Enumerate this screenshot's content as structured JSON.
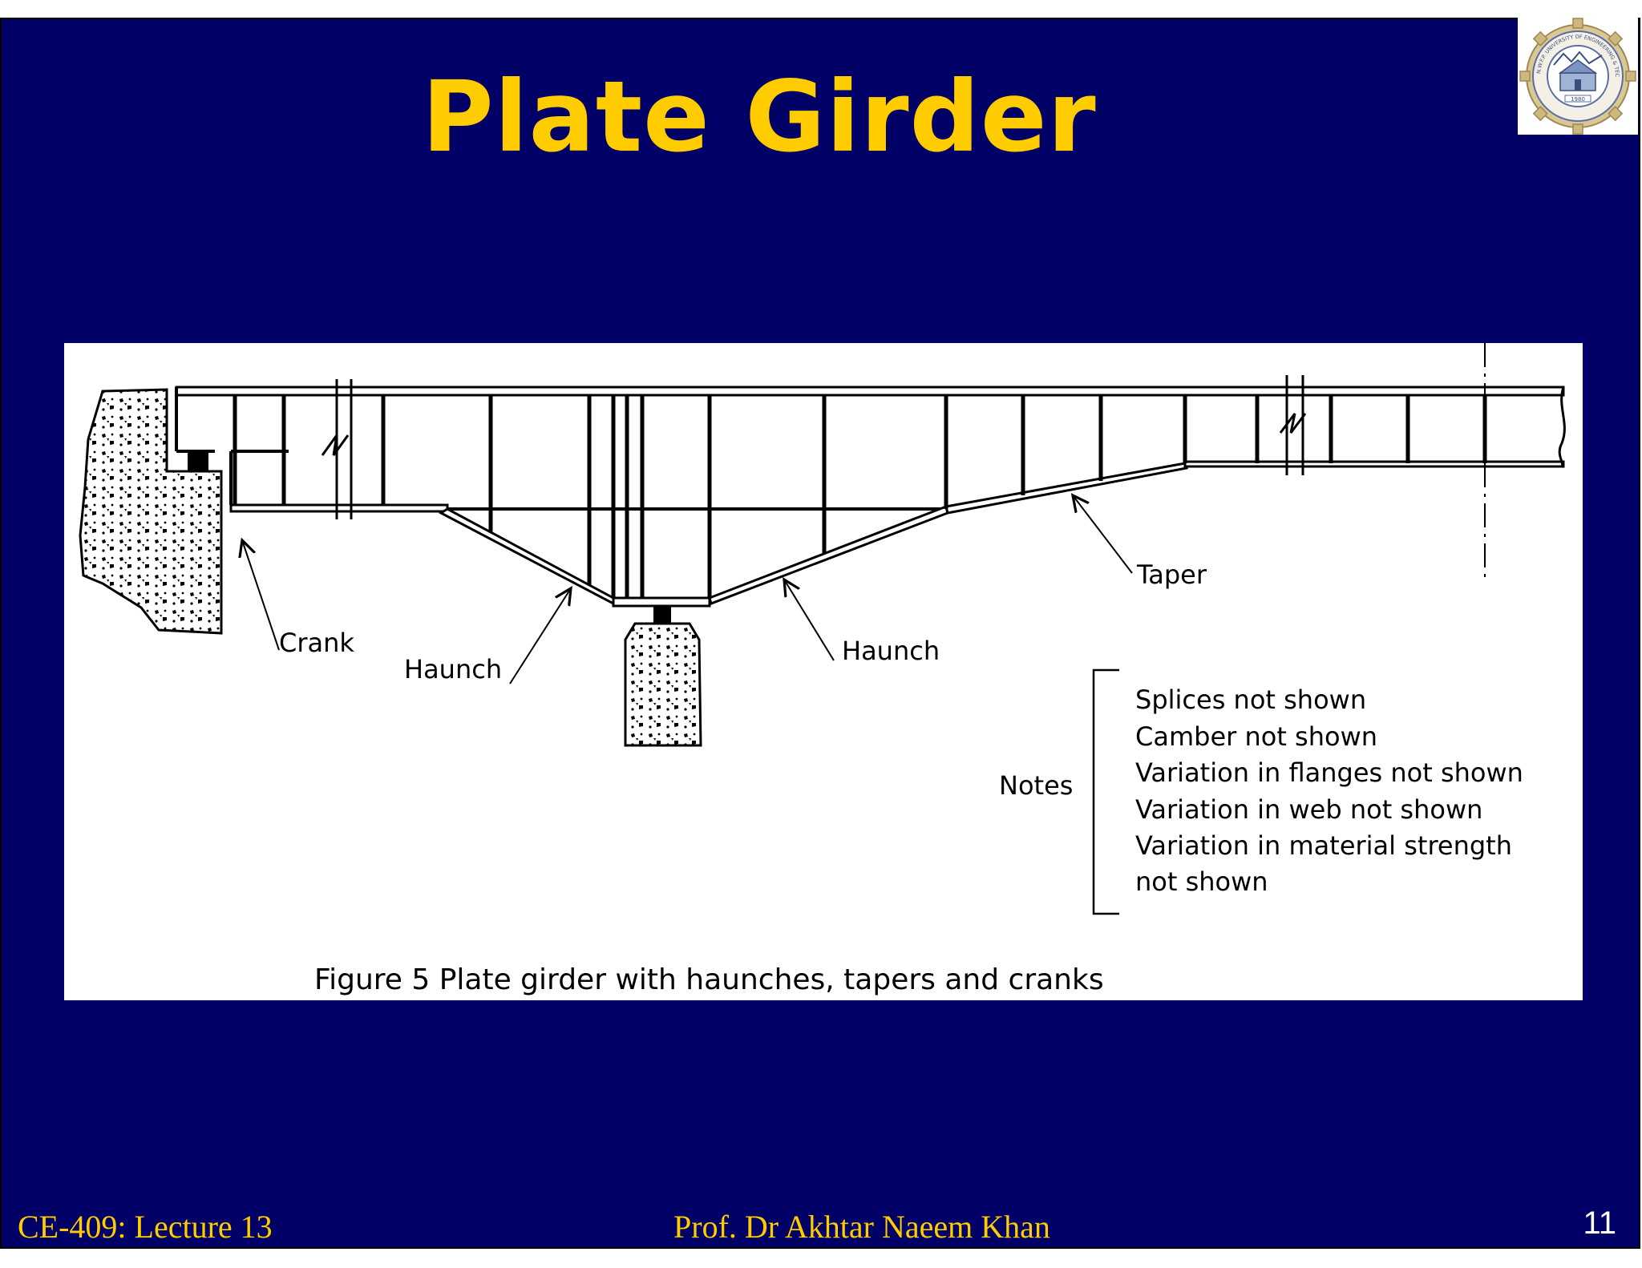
{
  "slide": {
    "title": "Plate Girder",
    "background_color": "#000066",
    "title_color": "#FFCC00"
  },
  "logo": {
    "icon": "university-seal-icon",
    "seal_text": "N.W.F.P. UNIVERSITY OF ENGINEERING & TECHNOLOGY",
    "year": "1980"
  },
  "figure": {
    "labels": {
      "crank": "Crank",
      "haunch_left": "Haunch",
      "haunch_right": "Haunch",
      "taper": "Taper"
    },
    "notes_title": "Notes",
    "notes": [
      "Splices not shown",
      "Camber not shown",
      "Variation in flanges not shown",
      "Variation in web not shown",
      "Variation in material strength",
      "not shown"
    ],
    "caption": "Figure 5  Plate girder with haunches, tapers and cranks"
  },
  "footer": {
    "left": "CE-409: Lecture 13",
    "center": "Prof. Dr Akhtar Naeem Khan",
    "page_number": "11"
  }
}
